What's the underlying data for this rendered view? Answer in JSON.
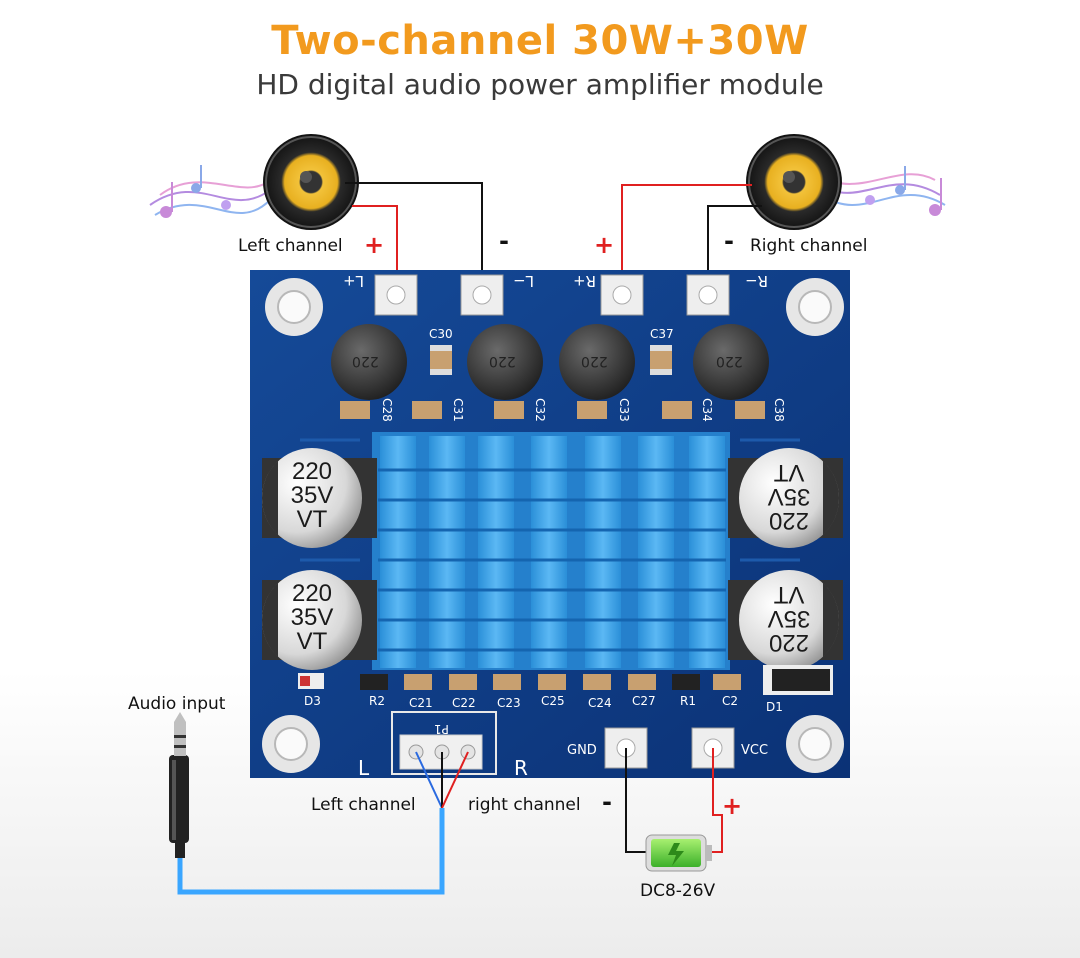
{
  "title": "Two-channel 30W+30W",
  "subtitle": "HD digital audio power amplifier module",
  "labels": {
    "left_channel_top": "Left channel",
    "right_channel_top": "Right channel",
    "audio_input": "Audio input",
    "left_channel_bottom": "Left channel",
    "right_channel_bottom": "right channel",
    "power": "DC8-26V"
  },
  "signs": {
    "plus": "+",
    "minus": "-"
  },
  "board": {
    "pins": {
      "l_plus": "L+",
      "l_minus": "L−",
      "r_plus": "R+",
      "r_minus": "R−",
      "gnd": "GND",
      "vcc": "VCC"
    },
    "silkscreen": {
      "c30": "C30",
      "c37": "C37",
      "c28": "C28",
      "c31": "C31",
      "c32": "C32",
      "c33": "C33",
      "c34": "C34",
      "c38": "C38",
      "d3": "D3",
      "r2": "R2",
      "c21": "C21",
      "c22": "C22",
      "c23": "C23",
      "c25": "C25",
      "c24": "C24",
      "c27": "C27",
      "r1": "R1",
      "c2": "C2",
      "d1": "D1",
      "p1": "P1",
      "l": "L",
      "r": "R"
    },
    "inductor_value": "220",
    "capacitor": {
      "line1": "220",
      "line2": "35V",
      "line3": "VT"
    }
  },
  "colors": {
    "title": "#f29a1e",
    "board": "#0f3f86",
    "heatsink": "#3aa0e8",
    "wire_red": "#e02020",
    "wire_black": "#111111",
    "wire_blue": "#3aa6ff"
  }
}
